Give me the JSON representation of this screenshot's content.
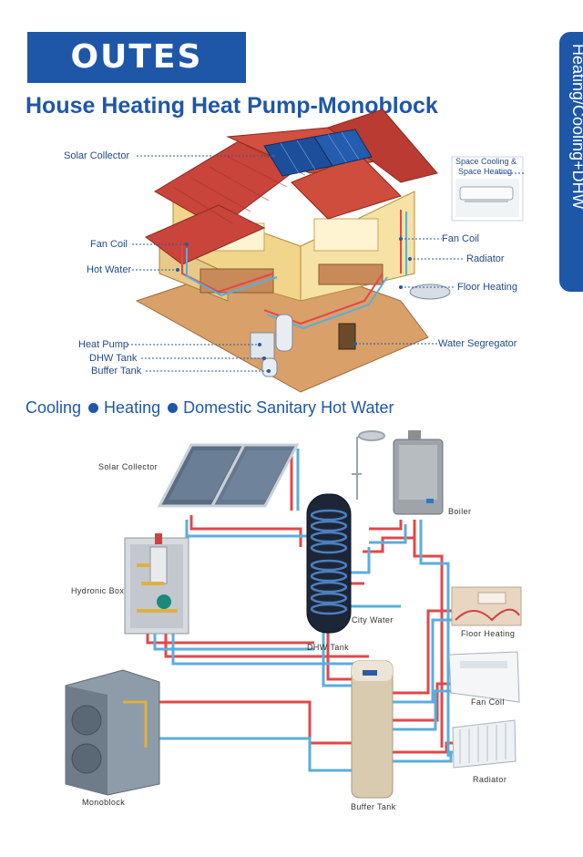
{
  "brand": {
    "logo": "OUTES"
  },
  "title": "House Heating Heat Pump-Monoblock",
  "side_tab": "Heating/Cooling+DHW",
  "house_labels": {
    "solar_collector": "Solar Collector",
    "space_cooling": "Space Cooling &",
    "space_heating": "Space Heating",
    "fan_coil_left": "Fan Coil",
    "fan_coil_right": "Fan Coil",
    "hot_water": "Hot Water",
    "radiator": "Radiator",
    "floor_heating": "Floor Heating",
    "heat_pump": "Heat Pump",
    "dhw_tank": "DHW Tank",
    "buffer_tank": "Buffer Tank",
    "water_segregator": "Water Segregator"
  },
  "modes": [
    "Cooling",
    "Heating",
    "Domestic Sanitary Hot Water"
  ],
  "system_labels": {
    "solar_collector": "Solar Collector",
    "hydronic_box": "Hydronic Box",
    "boiler": "Boiler",
    "city_water": "City Water",
    "dhw_tank": "DHW Tank",
    "floor_heating": "Floor Heating",
    "fan_coil": "Fan Coil",
    "radiator": "Radiator",
    "monoblock": "Monoblock",
    "buffer_tank": "Buffer Tank"
  },
  "colors": {
    "brand_blue": "#1f57a8",
    "hot_pipe": "#e0484a",
    "cold_pipe": "#5aaedc"
  }
}
